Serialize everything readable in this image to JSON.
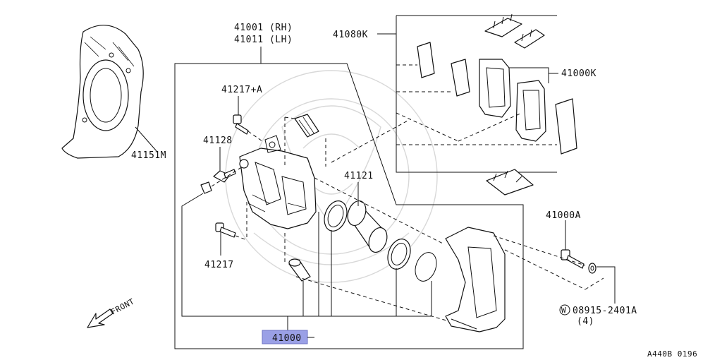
{
  "diagram": {
    "labels": {
      "caliper_rh": "41001 (RH)",
      "caliper_lh": "41011 (LH)",
      "pad_kit": "41080K",
      "pad_set": "41000K",
      "bolt_upper": "41217+A",
      "bleeder": "41128",
      "dust_shield": "41151M",
      "piston_kit": "41121",
      "bolt_lower": "41217",
      "mount_bolt": "41000A",
      "washer_code": "08915-2401A",
      "washer_circle": "W",
      "washer_qty": "(4)",
      "assembly": "41000",
      "front": "FRONT",
      "drawing_ref": "A440B 0196"
    },
    "highlight_color": "#9aa0e6",
    "icons": {
      "front_arrow": "front-arrow-icon"
    }
  }
}
